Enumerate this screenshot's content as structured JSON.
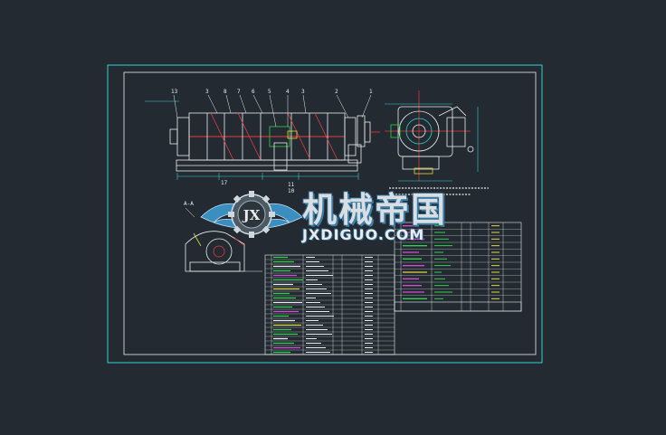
{
  "watermark": {
    "brand_cn": "机械帝国",
    "brand_en": "JXDIGUO.COM",
    "emblem_text": "JX"
  },
  "drawing": {
    "section_label": "A-A",
    "callouts_top": [
      "13",
      "3",
      "8",
      "7",
      "6",
      "5",
      "4",
      "3",
      "2",
      "1"
    ],
    "callouts_bottom": [
      "17",
      "11",
      "10"
    ],
    "parts_list": {
      "row_count": 22
    },
    "spec_table": {
      "row_count": 12
    }
  },
  "colors": {
    "background": "#232a31",
    "frame": "#2fd3d0",
    "lines": "#e9eef0",
    "dims": "#2fd3d0",
    "accent_red": "#e53c3c",
    "green": "#2bd34a",
    "magenta": "#d24ad6",
    "yellow": "#e5d83a"
  }
}
